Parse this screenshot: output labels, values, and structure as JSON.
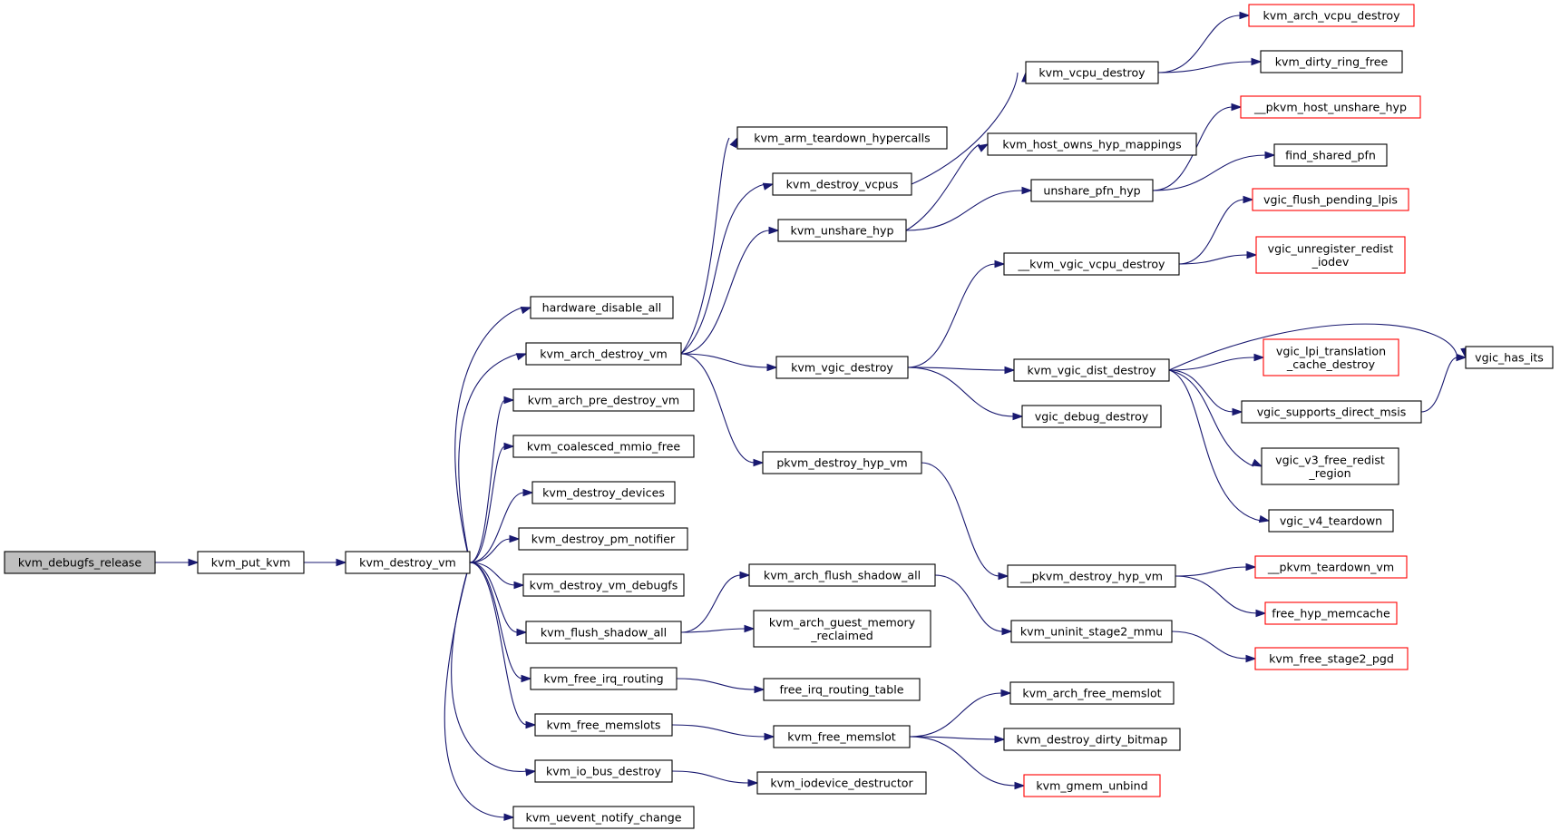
{
  "graph_title": "",
  "colors": {
    "edge": "#191970",
    "root_fill": "#bfbfbf",
    "normal_border": "#000000",
    "truncated_border": "#ff0000"
  },
  "nodes": [
    {
      "id": "n0",
      "lines": [
        "kvm_debugfs_release"
      ],
      "kind": "root"
    },
    {
      "id": "n1",
      "lines": [
        "kvm_put_kvm"
      ],
      "kind": "normal"
    },
    {
      "id": "n2",
      "lines": [
        "kvm_destroy_vm"
      ],
      "kind": "normal"
    },
    {
      "id": "n3",
      "lines": [
        "hardware_disable_all"
      ],
      "kind": "normal"
    },
    {
      "id": "n4",
      "lines": [
        "kvm_arch_destroy_vm"
      ],
      "kind": "normal"
    },
    {
      "id": "n5",
      "lines": [
        "kvm_arch_pre_destroy_vm"
      ],
      "kind": "normal"
    },
    {
      "id": "n6",
      "lines": [
        "kvm_coalesced_mmio_free"
      ],
      "kind": "normal"
    },
    {
      "id": "n7",
      "lines": [
        "kvm_destroy_devices"
      ],
      "kind": "normal"
    },
    {
      "id": "n8",
      "lines": [
        "kvm_destroy_pm_notifier"
      ],
      "kind": "normal"
    },
    {
      "id": "n9",
      "lines": [
        "kvm_destroy_vm_debugfs"
      ],
      "kind": "normal"
    },
    {
      "id": "n10",
      "lines": [
        "kvm_flush_shadow_all"
      ],
      "kind": "normal"
    },
    {
      "id": "n11",
      "lines": [
        "kvm_free_irq_routing"
      ],
      "kind": "normal"
    },
    {
      "id": "n12",
      "lines": [
        "kvm_free_memslots"
      ],
      "kind": "normal"
    },
    {
      "id": "n13",
      "lines": [
        "kvm_io_bus_destroy"
      ],
      "kind": "normal"
    },
    {
      "id": "n14",
      "lines": [
        "kvm_uevent_notify_change"
      ],
      "kind": "normal"
    },
    {
      "id": "n15",
      "lines": [
        "kvm_arm_teardown_hypercalls"
      ],
      "kind": "normal"
    },
    {
      "id": "n16",
      "lines": [
        "kvm_destroy_vcpus"
      ],
      "kind": "normal"
    },
    {
      "id": "n17",
      "lines": [
        "kvm_unshare_hyp"
      ],
      "kind": "normal"
    },
    {
      "id": "n18",
      "lines": [
        "kvm_vgic_destroy"
      ],
      "kind": "normal"
    },
    {
      "id": "n19",
      "lines": [
        "pkvm_destroy_hyp_vm"
      ],
      "kind": "normal"
    },
    {
      "id": "n20",
      "lines": [
        "kvm_arch_flush_shadow_all"
      ],
      "kind": "normal"
    },
    {
      "id": "n21",
      "lines": [
        "kvm_arch_guest_memory",
        "_reclaimed"
      ],
      "kind": "normal"
    },
    {
      "id": "n22",
      "lines": [
        "free_irq_routing_table"
      ],
      "kind": "normal"
    },
    {
      "id": "n23",
      "lines": [
        "kvm_free_memslot"
      ],
      "kind": "normal"
    },
    {
      "id": "n24",
      "lines": [
        "kvm_iodevice_destructor"
      ],
      "kind": "normal"
    },
    {
      "id": "n25",
      "lines": [
        "kvm_vcpu_destroy"
      ],
      "kind": "normal"
    },
    {
      "id": "n26",
      "lines": [
        "kvm_host_owns_hyp_mappings"
      ],
      "kind": "normal"
    },
    {
      "id": "n27",
      "lines": [
        "unshare_pfn_hyp"
      ],
      "kind": "normal"
    },
    {
      "id": "n28",
      "lines": [
        "__kvm_vgic_vcpu_destroy"
      ],
      "kind": "normal"
    },
    {
      "id": "n29",
      "lines": [
        "kvm_vgic_dist_destroy"
      ],
      "kind": "normal"
    },
    {
      "id": "n30",
      "lines": [
        "vgic_debug_destroy"
      ],
      "kind": "normal"
    },
    {
      "id": "n31",
      "lines": [
        "__pkvm_destroy_hyp_vm"
      ],
      "kind": "normal"
    },
    {
      "id": "n32",
      "lines": [
        "kvm_uninit_stage2_mmu"
      ],
      "kind": "normal"
    },
    {
      "id": "n33",
      "lines": [
        "kvm_arch_free_memslot"
      ],
      "kind": "normal"
    },
    {
      "id": "n34",
      "lines": [
        "kvm_destroy_dirty_bitmap"
      ],
      "kind": "normal"
    },
    {
      "id": "n35",
      "lines": [
        "kvm_gmem_unbind"
      ],
      "kind": "truncated"
    },
    {
      "id": "n36",
      "lines": [
        "kvm_arch_vcpu_destroy"
      ],
      "kind": "truncated"
    },
    {
      "id": "n37",
      "lines": [
        "kvm_dirty_ring_free"
      ],
      "kind": "normal"
    },
    {
      "id": "n38",
      "lines": [
        "__pkvm_host_unshare_hyp"
      ],
      "kind": "truncated"
    },
    {
      "id": "n39",
      "lines": [
        "find_shared_pfn"
      ],
      "kind": "normal"
    },
    {
      "id": "n40",
      "lines": [
        "vgic_flush_pending_lpis"
      ],
      "kind": "truncated"
    },
    {
      "id": "n41",
      "lines": [
        "vgic_unregister_redist",
        "_iodev"
      ],
      "kind": "truncated"
    },
    {
      "id": "n42",
      "lines": [
        "vgic_lpi_translation",
        "_cache_destroy"
      ],
      "kind": "truncated"
    },
    {
      "id": "n43",
      "lines": [
        "vgic_supports_direct_msis"
      ],
      "kind": "normal"
    },
    {
      "id": "n44",
      "lines": [
        "vgic_v3_free_redist",
        "_region"
      ],
      "kind": "normal"
    },
    {
      "id": "n45",
      "lines": [
        "vgic_v4_teardown"
      ],
      "kind": "normal"
    },
    {
      "id": "n46",
      "lines": [
        "vgic_has_its"
      ],
      "kind": "normal"
    },
    {
      "id": "n47",
      "lines": [
        "__pkvm_teardown_vm"
      ],
      "kind": "truncated"
    },
    {
      "id": "n48",
      "lines": [
        "free_hyp_memcache"
      ],
      "kind": "truncated"
    },
    {
      "id": "n49",
      "lines": [
        "kvm_free_stage2_pgd"
      ],
      "kind": "truncated"
    }
  ],
  "edges": [
    [
      "n0",
      "n1"
    ],
    [
      "n1",
      "n2"
    ],
    [
      "n2",
      "n3"
    ],
    [
      "n2",
      "n4"
    ],
    [
      "n2",
      "n5"
    ],
    [
      "n2",
      "n6"
    ],
    [
      "n2",
      "n7"
    ],
    [
      "n2",
      "n8"
    ],
    [
      "n2",
      "n9"
    ],
    [
      "n2",
      "n10"
    ],
    [
      "n2",
      "n11"
    ],
    [
      "n2",
      "n12"
    ],
    [
      "n2",
      "n13"
    ],
    [
      "n2",
      "n14"
    ],
    [
      "n4",
      "n15"
    ],
    [
      "n4",
      "n16"
    ],
    [
      "n4",
      "n17"
    ],
    [
      "n4",
      "n18"
    ],
    [
      "n4",
      "n19"
    ],
    [
      "n10",
      "n20"
    ],
    [
      "n10",
      "n21"
    ],
    [
      "n11",
      "n22"
    ],
    [
      "n12",
      "n23"
    ],
    [
      "n13",
      "n24"
    ],
    [
      "n16",
      "n25"
    ],
    [
      "n17",
      "n26"
    ],
    [
      "n17",
      "n27"
    ],
    [
      "n18",
      "n28"
    ],
    [
      "n18",
      "n29"
    ],
    [
      "n18",
      "n30"
    ],
    [
      "n19",
      "n31"
    ],
    [
      "n20",
      "n32"
    ],
    [
      "n23",
      "n33"
    ],
    [
      "n23",
      "n34"
    ],
    [
      "n23",
      "n35"
    ],
    [
      "n25",
      "n36"
    ],
    [
      "n25",
      "n37"
    ],
    [
      "n27",
      "n38"
    ],
    [
      "n27",
      "n39"
    ],
    [
      "n28",
      "n40"
    ],
    [
      "n28",
      "n41"
    ],
    [
      "n29",
      "n42"
    ],
    [
      "n29",
      "n43"
    ],
    [
      "n29",
      "n44"
    ],
    [
      "n29",
      "n45"
    ],
    [
      "n29",
      "n46"
    ],
    [
      "n43",
      "n46"
    ],
    [
      "n31",
      "n47"
    ],
    [
      "n31",
      "n48"
    ],
    [
      "n32",
      "n49"
    ]
  ]
}
